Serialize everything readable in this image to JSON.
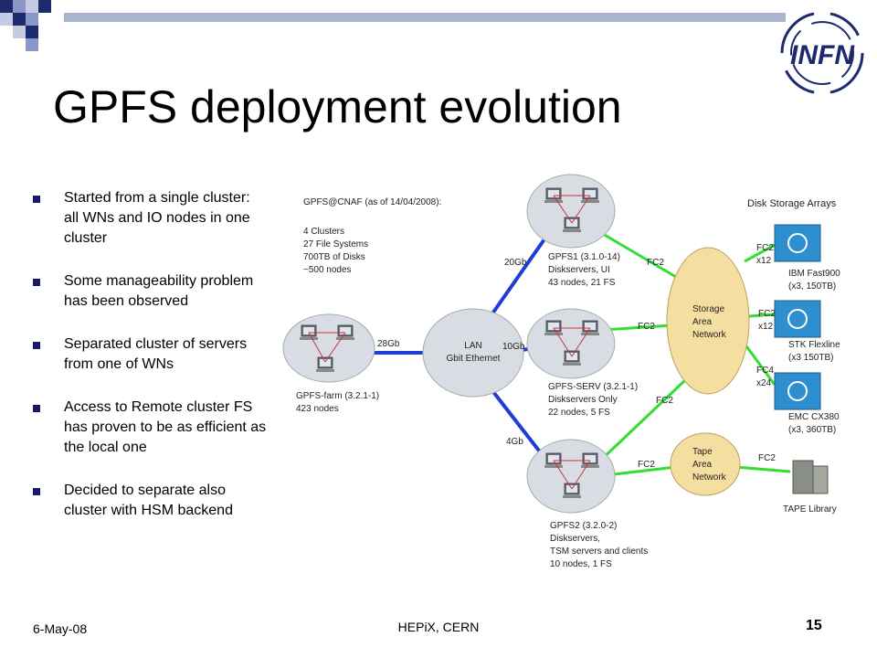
{
  "slide": {
    "title": "GPFS deployment evolution",
    "logo_text": "INFN"
  },
  "bullets": [
    "Started from a single cluster:\nall WNs and IO nodes in one cluster",
    "Some manageability problem has been observed",
    "Separated cluster of servers from one of WNs",
    "Access to Remote cluster FS has proven to be as efficient as the local one",
    "Decided to separate also cluster with HSM backend"
  ],
  "diagram": {
    "info_header": "GPFS@CNAF (as of 14/04/2008):",
    "info_lines": [
      "4 Clusters",
      "27 File Systems",
      "700TB of Disks",
      "~500 nodes"
    ],
    "farm": [
      "GPFS-farm (3.2.1-1)",
      "423 nodes"
    ],
    "lan": [
      "LAN",
      "Gbit Ethernet"
    ],
    "gpfs1": [
      "GPFS1 (3.1.0-14)",
      "Diskservers, UI",
      "43 nodes, 21 FS"
    ],
    "serv": [
      "GPFS-SERV (3.2.1-1)",
      "Diskservers Only",
      "22 nodes, 5 FS"
    ],
    "gpfs2": [
      "GPFS2 (3.2.0-2)",
      "Diskservers,",
      "TSM servers and clients",
      "10 nodes, 1 FS"
    ],
    "san": [
      "Storage",
      "Area",
      "Network"
    ],
    "tan": [
      "Tape",
      "Area",
      "Network"
    ],
    "disk_header": "Disk Storage Arrays",
    "ibm": [
      "IBM Fast900",
      "(x3, 150TB)"
    ],
    "stk": [
      "STK Flexline",
      "(x3 150TB)"
    ],
    "emc": [
      "EMC CX380",
      "(x3, 360TB)"
    ],
    "tape_lib": "TAPE Library",
    "links": {
      "farm_lan": "28Gb",
      "lan_gpfs1": "20Gb",
      "lan_serv": "10Gb",
      "lan_gpfs2": "4Gb",
      "fc2": "FC2",
      "fc2_x12": [
        "FC2",
        "x12"
      ],
      "fc4_x24": [
        "FC4",
        "x24"
      ]
    }
  },
  "footer": {
    "date": "6-May-08",
    "center": "HEPiX, CERN",
    "page": "15"
  },
  "colors": {
    "blue_link": "#1f3dd6",
    "green_link": "#33dd33",
    "cloud_gray": "#d8dde4",
    "cloud_tan": "#f5dfa0",
    "title_bar": "#a9b4cf"
  }
}
